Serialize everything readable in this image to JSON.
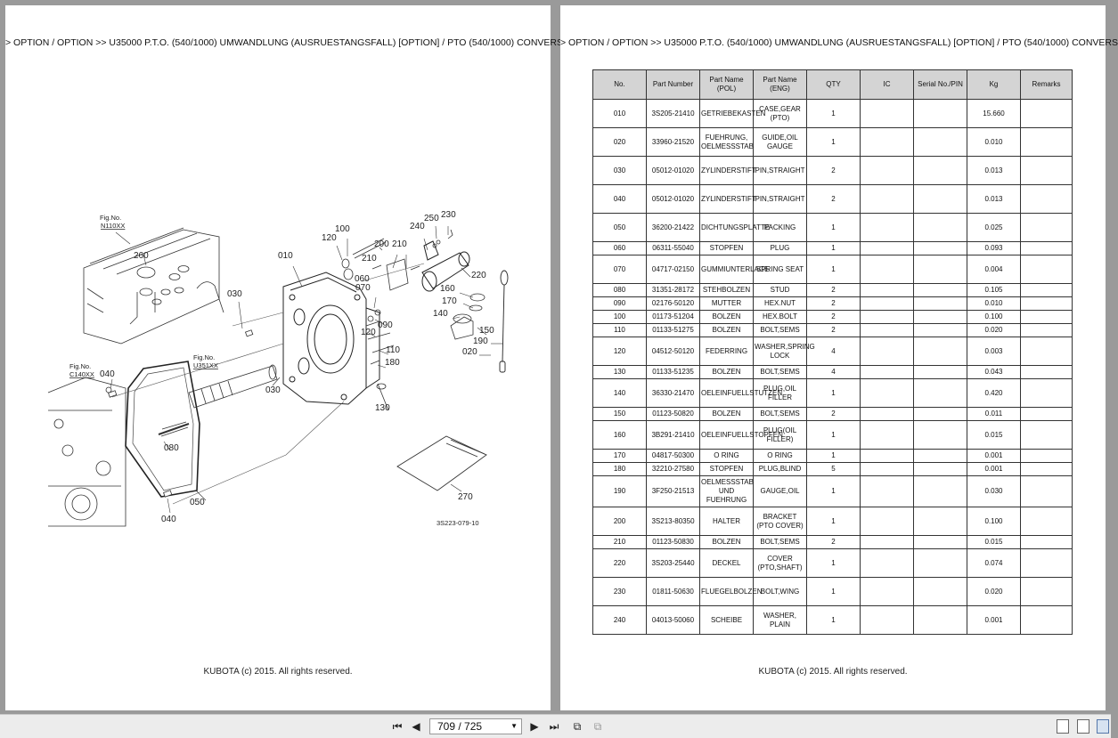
{
  "breadcrumb": "> OPTION / OPTION >> U35000   P.T.O. (540/1000) UMWANDLUNG (AUSRUESTANGSFALL) [OPTION] / PTO (540/1000) CONVERS",
  "copyright": "KUBOTA (c) 2015. All rights reserved.",
  "diagram": {
    "fig_refs": [
      {
        "label": "Fig.No.",
        "code": "N110XX"
      },
      {
        "label": "Fig.No.",
        "code": "C140XX"
      },
      {
        "label": "Fig.No.",
        "code": "U351XX"
      }
    ],
    "callouts": [
      "260",
      "010",
      "100",
      "120",
      "200",
      "210",
      "240",
      "250",
      "230",
      "220",
      "060",
      "070",
      "210",
      "030",
      "160",
      "170",
      "140",
      "150",
      "190",
      "020",
      "090",
      "120",
      "110",
      "180",
      "040",
      "080",
      "030",
      "130",
      "050",
      "040",
      "270"
    ],
    "drawing_code": "3S223-079-10"
  },
  "table": {
    "headers": [
      "No.",
      "Part Number",
      "Part Name (POL)",
      "Part Name (ENG)",
      "QTY",
      "IC",
      "Serial No./PIN",
      "Kg",
      "Remarks"
    ],
    "rows": [
      {
        "no": "010",
        "pn": "3S205-21410",
        "pol": "GETRIEBEKASTEN",
        "eng": "CASE,GEAR (PTO)",
        "qty": "1",
        "ic": "",
        "serial": "",
        "kg": "15.660",
        "remarks": ""
      },
      {
        "no": "020",
        "pn": "33960-21520",
        "pol": "FUEHRUNG, OELMESSSTAB",
        "eng": "GUIDE,OIL GAUGE",
        "qty": "1",
        "ic": "",
        "serial": "",
        "kg": "0.010",
        "remarks": ""
      },
      {
        "no": "030",
        "pn": "05012-01020",
        "pol": "ZYLINDERSTIFT",
        "eng": "PIN,STRAIGHT",
        "qty": "2",
        "ic": "",
        "serial": "",
        "kg": "0.013",
        "remarks": ""
      },
      {
        "no": "040",
        "pn": "05012-01020",
        "pol": "ZYLINDERSTIFT",
        "eng": "PIN,STRAIGHT",
        "qty": "2",
        "ic": "",
        "serial": "",
        "kg": "0.013",
        "remarks": ""
      },
      {
        "no": "050",
        "pn": "36200-21422",
        "pol": "DICHTUNGSPLATTE",
        "eng": "PACKING",
        "qty": "1",
        "ic": "",
        "serial": "",
        "kg": "0.025",
        "remarks": ""
      },
      {
        "no": "060",
        "pn": "06311-55040",
        "pol": "STOPFEN",
        "eng": "PLUG",
        "qty": "1",
        "ic": "",
        "serial": "",
        "kg": "0.093",
        "remarks": ""
      },
      {
        "no": "070",
        "pn": "04717-02150",
        "pol": "GUMMIUNTERLAGE",
        "eng": "SPRING SEAT",
        "qty": "1",
        "ic": "",
        "serial": "",
        "kg": "0.004",
        "remarks": ""
      },
      {
        "no": "080",
        "pn": "31351-28172",
        "pol": "STEHBOLZEN",
        "eng": "STUD",
        "qty": "2",
        "ic": "",
        "serial": "",
        "kg": "0.105",
        "remarks": ""
      },
      {
        "no": "090",
        "pn": "02176-50120",
        "pol": "MUTTER",
        "eng": "HEX.NUT",
        "qty": "2",
        "ic": "",
        "serial": "",
        "kg": "0.010",
        "remarks": ""
      },
      {
        "no": "100",
        "pn": "01173-51204",
        "pol": "BOLZEN",
        "eng": "HEX.BOLT",
        "qty": "2",
        "ic": "",
        "serial": "",
        "kg": "0.100",
        "remarks": ""
      },
      {
        "no": "110",
        "pn": "01133-51275",
        "pol": "BOLZEN",
        "eng": "BOLT,SEMS",
        "qty": "2",
        "ic": "",
        "serial": "",
        "kg": "0.020",
        "remarks": ""
      },
      {
        "no": "120",
        "pn": "04512-50120",
        "pol": "FEDERRING",
        "eng": "WASHER,SPRING LOCK",
        "qty": "4",
        "ic": "",
        "serial": "",
        "kg": "0.003",
        "remarks": ""
      },
      {
        "no": "130",
        "pn": "01133-51235",
        "pol": "BOLZEN",
        "eng": "BOLT,SEMS",
        "qty": "4",
        "ic": "",
        "serial": "",
        "kg": "0.043",
        "remarks": ""
      },
      {
        "no": "140",
        "pn": "36330-21470",
        "pol": "OELEINFUELLSTUTZEN",
        "eng": "PLUG,OIL FILLER",
        "qty": "1",
        "ic": "",
        "serial": "",
        "kg": "0.420",
        "remarks": ""
      },
      {
        "no": "150",
        "pn": "01123-50820",
        "pol": "BOLZEN",
        "eng": "BOLT,SEMS",
        "qty": "2",
        "ic": "",
        "serial": "",
        "kg": "0.011",
        "remarks": ""
      },
      {
        "no": "160",
        "pn": "3B291-21410",
        "pol": "OELEINFUELLSTOPFEN",
        "eng": "PLUG(OIL FILLER)",
        "qty": "1",
        "ic": "",
        "serial": "",
        "kg": "0.015",
        "remarks": ""
      },
      {
        "no": "170",
        "pn": "04817-50300",
        "pol": "O RING",
        "eng": "O RING",
        "qty": "1",
        "ic": "",
        "serial": "",
        "kg": "0.001",
        "remarks": ""
      },
      {
        "no": "180",
        "pn": "32210-27580",
        "pol": "STOPFEN",
        "eng": "PLUG,BLIND",
        "qty": "5",
        "ic": "",
        "serial": "",
        "kg": "0.001",
        "remarks": ""
      },
      {
        "no": "190",
        "pn": "3F250-21513",
        "pol": "OELMESSSTAB UND FUEHRUNG",
        "eng": "GAUGE,OIL",
        "qty": "1",
        "ic": "",
        "serial": "",
        "kg": "0.030",
        "remarks": ""
      },
      {
        "no": "200",
        "pn": "3S213-80350",
        "pol": "HALTER",
        "eng": "BRACKET (PTO COVER)",
        "qty": "1",
        "ic": "",
        "serial": "",
        "kg": "0.100",
        "remarks": ""
      },
      {
        "no": "210",
        "pn": "01123-50830",
        "pol": "BOLZEN",
        "eng": "BOLT,SEMS",
        "qty": "2",
        "ic": "",
        "serial": "",
        "kg": "0.015",
        "remarks": ""
      },
      {
        "no": "220",
        "pn": "3S203-25440",
        "pol": "DECKEL",
        "eng": "COVER (PTO,SHAFT)",
        "qty": "1",
        "ic": "",
        "serial": "",
        "kg": "0.074",
        "remarks": ""
      },
      {
        "no": "230",
        "pn": "01811-50630",
        "pol": "FLUEGELBOLZEN",
        "eng": "BOLT,WING",
        "qty": "1",
        "ic": "",
        "serial": "",
        "kg": "0.020",
        "remarks": ""
      },
      {
        "no": "240",
        "pn": "04013-50060",
        "pol": "SCHEIBE",
        "eng": "WASHER, PLAIN",
        "qty": "1",
        "ic": "",
        "serial": "",
        "kg": "0.001",
        "remarks": ""
      }
    ]
  },
  "toolbar": {
    "page_display": "709 / 725"
  }
}
